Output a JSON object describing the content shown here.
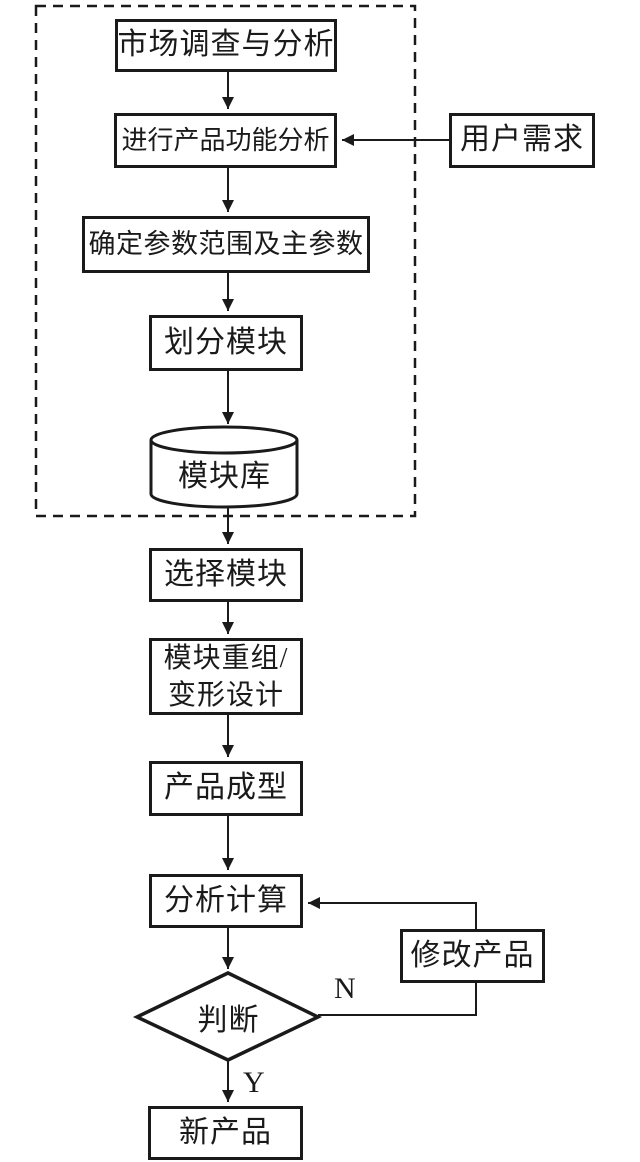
{
  "diagram": {
    "type": "flowchart",
    "nodes": {
      "market_survey": "市场调查与分析",
      "function_analysis": "进行产品功能分析",
      "user_demand": "用户需求",
      "parameter_range": "确定参数范围及主参数",
      "divide_modules": "划分模块",
      "module_library": "模块库",
      "select_modules": "选择模块",
      "module_recombination": {
        "line1": "模块重组/",
        "line2": "变形设计"
      },
      "product_forming": "产品成型",
      "analysis_calculation": "分析计算",
      "modify_product": "修改产品",
      "judge": "判断",
      "new_product": "新产品"
    },
    "labels": {
      "no": "N",
      "yes": "Y"
    },
    "colors": {
      "stroke": "#1a1a1a",
      "background": "#ffffff"
    }
  }
}
